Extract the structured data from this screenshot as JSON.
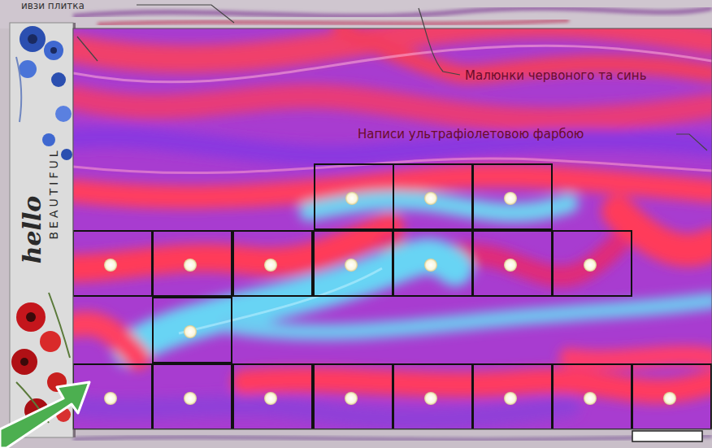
{
  "diagram": {
    "labels": [
      "ивзи плитка",
      "Малюнки червоного та синь",
      "Написи ультрафіолетовою фарбою",
      "hello",
      "BEAUTIFUL"
    ]
  }
}
